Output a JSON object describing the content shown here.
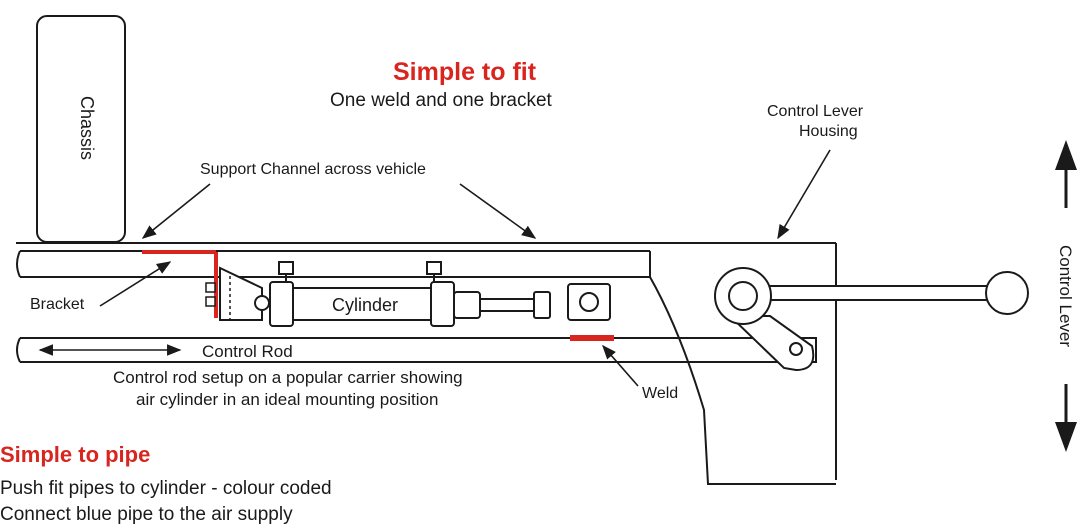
{
  "headline": {
    "title": "Simple to fit",
    "subtitle": "One weld and one bracket"
  },
  "labels": {
    "chassis": "Chassis",
    "support_channel": "Support Channel across vehicle",
    "housing_line1": "Control Lever",
    "housing_line2": "Housing",
    "bracket": "Bracket",
    "cylinder": "Cylinder",
    "control_rod": "Control Rod",
    "weld": "Weld",
    "control_lever": "Control Lever",
    "caption_line1": "Control rod setup on a popular carrier showing",
    "caption_line2": "air cylinder in an ideal mounting position"
  },
  "piping": {
    "title": "Simple to pipe",
    "lines": [
      "Push fit pipes to cylinder - colour coded",
      "Connect blue pipe to the air supply"
    ]
  },
  "colors": {
    "accent": "#d8261f",
    "line": "#1a1a1a"
  }
}
